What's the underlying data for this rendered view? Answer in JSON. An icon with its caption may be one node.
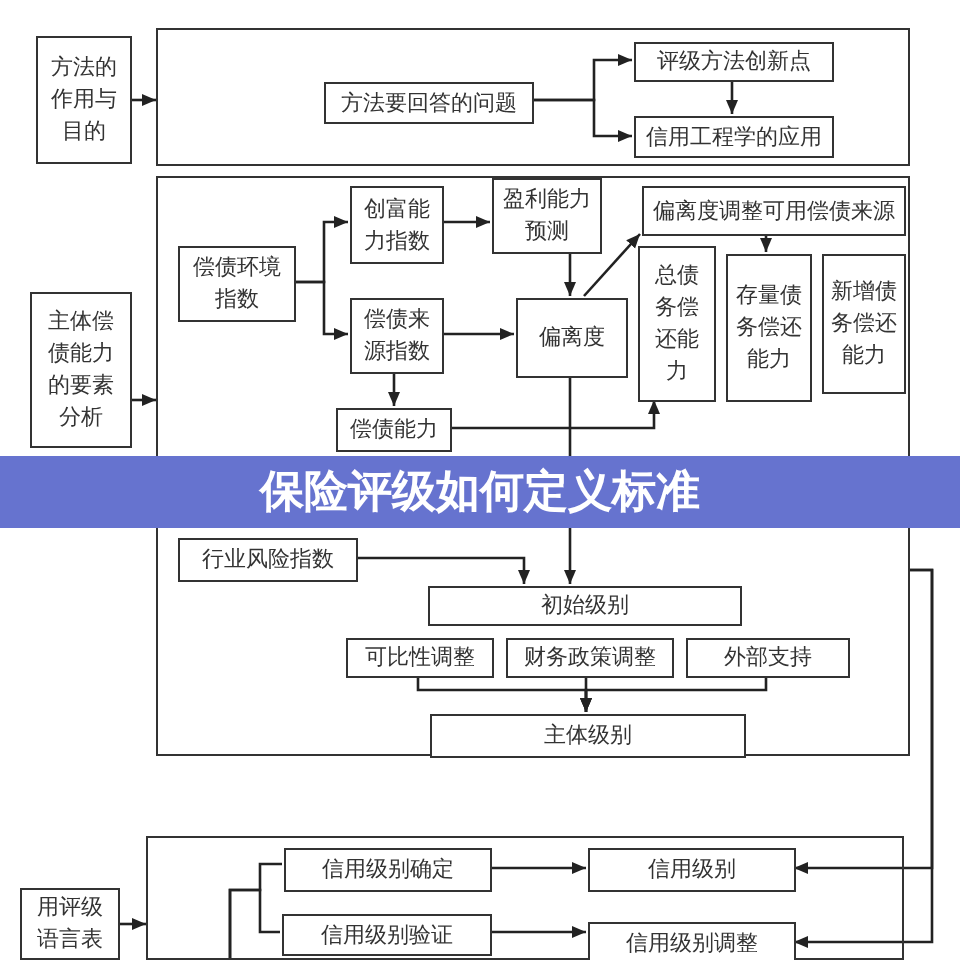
{
  "diagram": {
    "title": "保险评级如何定义标准",
    "nodes": [
      {
        "text": [
          "方法的作用与目的"
        ]
      },
      {
        "text": [],
        "shape": "box"
      },
      {
        "text": [
          "方法要回答的问题"
        ],
        "in": 1
      },
      {
        "text": [
          "评级方法创新点"
        ],
        "in": 1
      },
      {
        "text": [
          "信用工程学的应用"
        ],
        "in": 1
      },
      {
        "text": [],
        "shape": "box"
      },
      {
        "text": [
          "主体偿债能力的要素分析"
        ]
      },
      {
        "text": [
          "偿债环境指数"
        ],
        "in": 5
      },
      {
        "text": [
          "创富能力指数"
        ],
        "in": 5
      },
      {
        "text": [
          "盈利能力预测"
        ],
        "in": 5
      },
      {
        "text": [
          "偿债来源指数"
        ],
        "in": 5
      },
      {
        "text": [
          "偏离度"
        ],
        "in": 5
      },
      {
        "text": [
          "偏离度调整可用偿债来源"
        ],
        "in": 5
      },
      {
        "text": [
          "总债务偿还能力"
        ],
        "in": 5
      },
      {
        "text": [
          "存量债务偿还能力"
        ],
        "in": 5
      },
      {
        "text": [
          "新增债务偿还能力"
        ],
        "in": 5
      },
      {
        "text": [
          "偿债能力"
        ],
        "in": 5
      },
      {
        "text": [
          "行业风险指数"
        ],
        "in": 5
      },
      {
        "text": [
          "初始级别"
        ],
        "in": 5
      },
      {
        "text": [
          "可比性调整"
        ],
        "in": 5
      },
      {
        "text": [
          "财务政策调整"
        ],
        "in": 5
      },
      {
        "text": [
          "外部支持"
        ],
        "in": 5
      },
      {
        "text": [
          "主体级别"
        ],
        "in": 5
      },
      {
        "text": [],
        "shape": "box"
      },
      {
        "text": [
          "用评级语言表"
        ]
      },
      {
        "text": [
          "信用级别确定"
        ],
        "in": 23
      },
      {
        "text": [
          "信用级别验证"
        ],
        "in": 23
      },
      {
        "text": [
          "信用级别"
        ],
        "in": 23
      },
      {
        "text": [
          "信用级别调整"
        ],
        "in": 23
      }
    ],
    "edges": [
      {
        "from": 0,
        "to": 1,
        "arrow": "to"
      },
      {
        "from": 2,
        "to": 3,
        "arrow": "to"
      },
      {
        "from": 2,
        "to": 4,
        "arrow": "to"
      },
      {
        "from": 3,
        "to": 4,
        "arrow": "to"
      },
      {
        "from": 6,
        "to": 5,
        "arrow": "to"
      },
      {
        "from": 7,
        "to": 8,
        "arrow": "to"
      },
      {
        "from": 7,
        "to": 10,
        "arrow": "to"
      },
      {
        "from": 8,
        "to": 9,
        "arrow": "to"
      },
      {
        "from": 9,
        "to": 11,
        "arrow": "to"
      },
      {
        "from": 10,
        "to": 11,
        "arrow": "to"
      },
      {
        "from": 11,
        "to": 12,
        "arrow": "to"
      },
      {
        "from": 12,
        "to": 14,
        "arrow": "to"
      },
      {
        "from": 10,
        "to": 16,
        "arrow": "to"
      },
      {
        "from": 16,
        "to": 13,
        "arrow": "to"
      },
      {
        "from": 11,
        "to": 18,
        "arrow": "to"
      },
      {
        "from": 17,
        "to": 18,
        "arrow": "to"
      },
      {
        "from": 19,
        "to": 22,
        "arrow": "to"
      },
      {
        "from": 20,
        "to": 22,
        "arrow": "to"
      },
      {
        "from": 21,
        "to": 22,
        "arrow": "to"
      },
      {
        "from": 24,
        "to": 23,
        "arrow": "to"
      },
      {
        "from": 25,
        "to": 27,
        "arrow": "to"
      },
      {
        "from": 26,
        "to": 28,
        "arrow": "to"
      },
      {
        "from": null,
        "to": 25,
        "arrow": "none"
      },
      {
        "from": null,
        "to": 26,
        "arrow": "none"
      },
      {
        "from": 5,
        "to": 27,
        "arrow": "to"
      },
      {
        "from": 5,
        "to": 28,
        "arrow": "to"
      }
    ]
  }
}
